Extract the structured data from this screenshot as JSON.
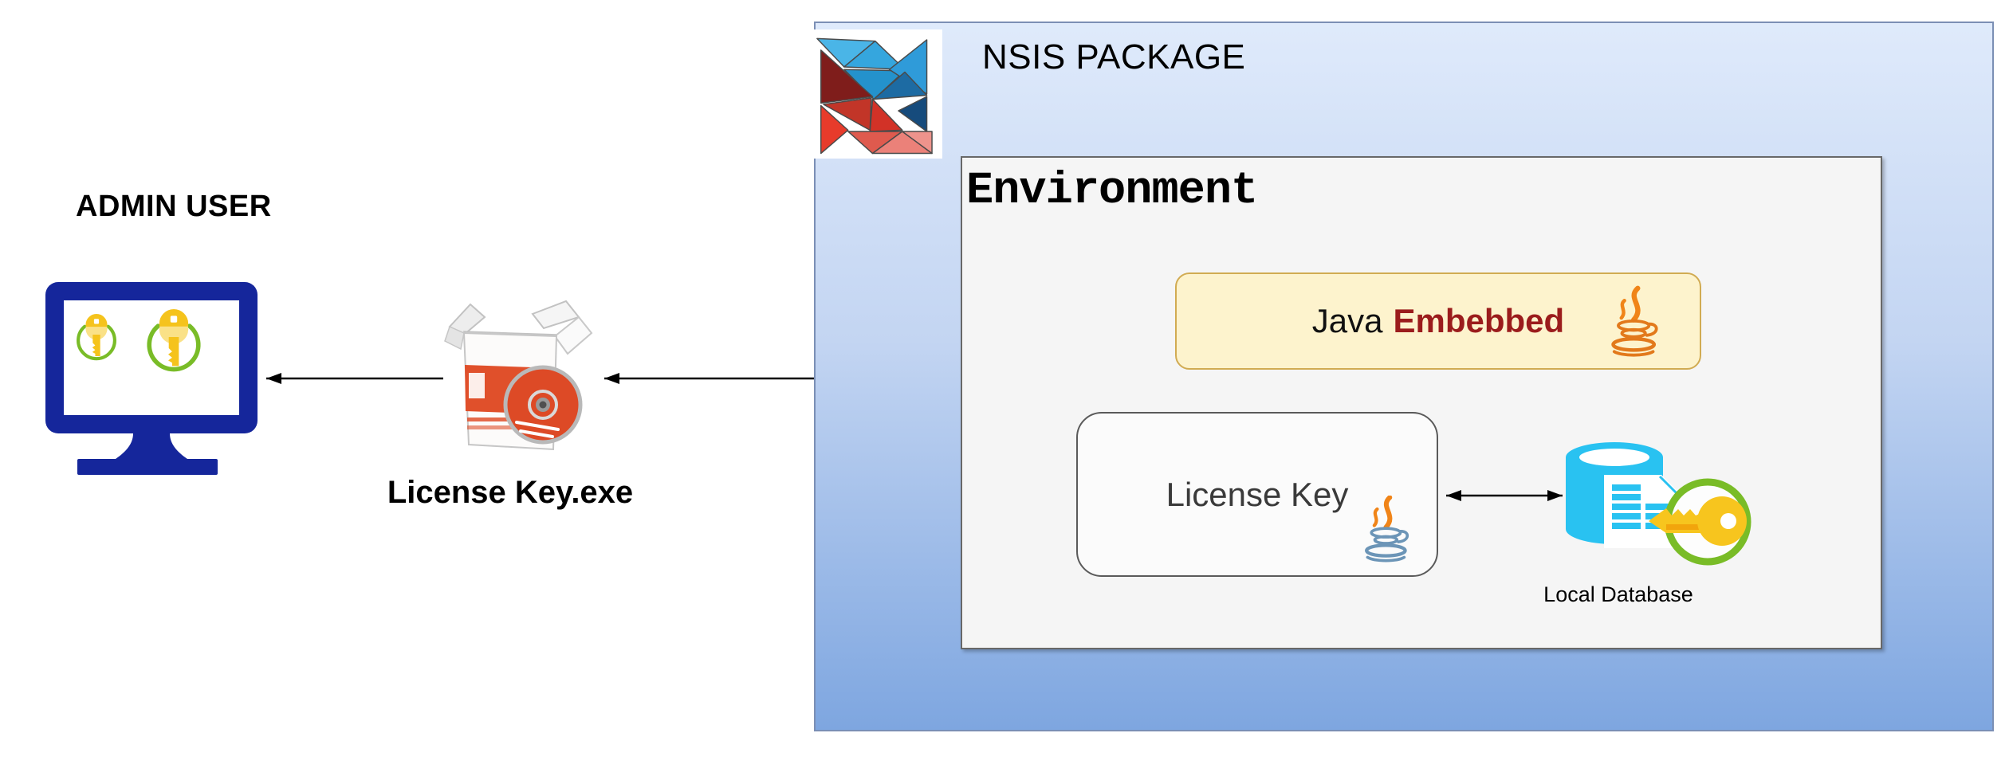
{
  "diagram": {
    "admin_user": {
      "label": "ADMIN USER"
    },
    "installer": {
      "label": "License Key.exe"
    },
    "nsis": {
      "title": "NSIS PACKAGE",
      "environment": {
        "title": "Environment",
        "java_embedded": {
          "prefix": "Java",
          "emphasis": "Embebbed"
        },
        "license_key": {
          "label": "License Key"
        },
        "local_database": {
          "label": "Local Database"
        }
      }
    }
  },
  "icons": {
    "nsis_logo": "nsis-triangles-logo",
    "monitor": "admin-monitor-with-keys",
    "installer": "software-box-with-cd",
    "java_embedded": "java-cup-orange",
    "license_key": "java-cup-blue",
    "database": "cyan-database-with-document-and-key"
  },
  "colors": {
    "nsis_box_top": "#dfeafb",
    "nsis_box_bottom": "#7ea6e0",
    "nsis_box_border": "#7b8fb5",
    "environment_bg": "#f5f5f5",
    "environment_border": "#686868",
    "java_embedded_bg": "#fdf3cd",
    "java_embedded_border": "#d1ab52",
    "java_embedded_emphasis_text": "#9b1c1c",
    "license_key_bg": "#fbfbfb",
    "license_key_border": "#5a5a5a",
    "monitor_navy": "#15269b",
    "key_gold": "#f5c31c",
    "key_gold_light": "#fae187",
    "key_green_ring": "#79bc27",
    "database_cyan": "#29c2f1",
    "java_steam_orange": "#f08418",
    "java_cup_blue": "#6c95b7",
    "java_cup_orange": "#e2791b",
    "installer_red": "#e0502b",
    "arrow": "#000000"
  }
}
